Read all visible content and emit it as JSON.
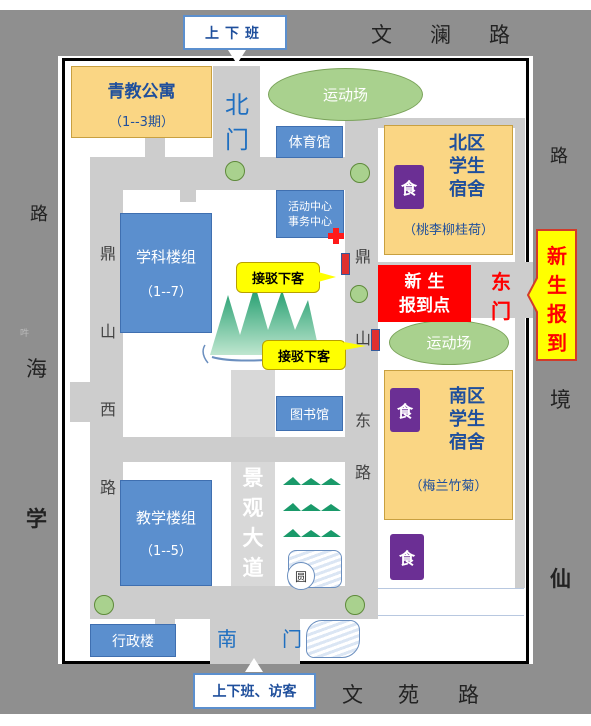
{
  "roads": {
    "north": [
      "文",
      "澜",
      "路"
    ],
    "south": [
      "文",
      "苑",
      "路"
    ],
    "west": [
      "路",
      "海",
      "学"
    ],
    "east": [
      "路",
      "境",
      "仙"
    ],
    "dingshan_east": [
      "鼎",
      "山",
      "东",
      "路"
    ],
    "dingshan_west": [
      "鼎",
      "山",
      "西",
      "路"
    ],
    "scenic": [
      "景",
      "观",
      "大",
      "道"
    ],
    "north_gate": [
      "北",
      "门"
    ],
    "south_gate": [
      "南",
      "门"
    ]
  },
  "gates": {
    "north": "上下班",
    "south": "上下班、访客",
    "east": [
      "东",
      "门"
    ]
  },
  "buildings": {
    "qingjiao": {
      "name": "青教公寓",
      "sub": "（1--3期）"
    },
    "gym": "体育馆",
    "activity": [
      "活动中心",
      "事务中心"
    ],
    "xueke": {
      "name": "学科楼组",
      "sub": "（1--7）"
    },
    "library": "图书馆",
    "jiaoxue": {
      "name": "教学楼组",
      "sub": "（1--5）"
    },
    "admin": "行政楼",
    "north_dorm": {
      "name": [
        "北区",
        "学生",
        "宿舍"
      ],
      "sub": "（桃李柳桂荷）"
    },
    "south_dorm": {
      "name": [
        "南区",
        "学生",
        "宿舍"
      ],
      "sub": "（梅兰竹菊）"
    },
    "circle": "圆"
  },
  "fields": {
    "north": "运动场",
    "east": "运动场"
  },
  "food": "食",
  "pickup": "接驳下客",
  "registration": {
    "line1": "新 生",
    "line2": "报到点"
  },
  "newstudent": [
    "新",
    "生",
    "报",
    "到"
  ],
  "tiny_mark": "吽"
}
